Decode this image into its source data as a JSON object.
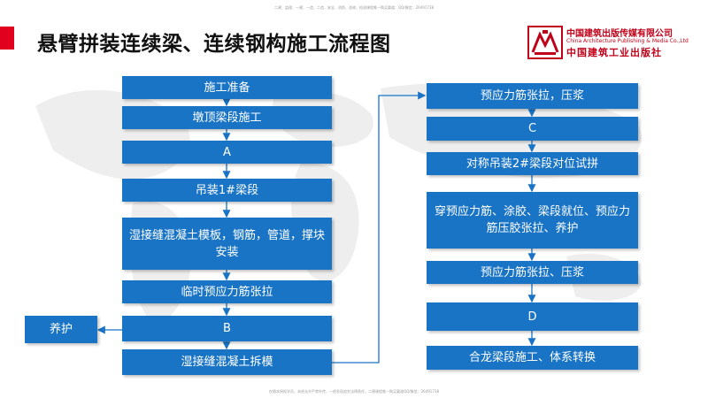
{
  "header": {
    "top_note": "二建、监理、一建、一造、二造、安全、消防、咨询、检测课程唯一购买渠道：QQ/微信：26491738",
    "title": "悬臂拼装连续梁、连续钢构施工流程图"
  },
  "publisher": {
    "name_cn": "中国建筑出版传媒有限公司",
    "name_en": "China Architecture Publishing & Media Co.,Ltd",
    "name_cn_2": "中国建筑工业出版社"
  },
  "flow_left": [
    "施工准备",
    "墩顶梁段施工",
    "A",
    "吊装1#梁段",
    "湿接缝混凝土模板，钢筋，管道，撑块安装",
    "临时预应力筋张拉",
    "B",
    "湿接缝混凝土拆模"
  ],
  "side_box": "养护",
  "flow_right": [
    "预应力筋张拉，压浆",
    "C",
    "对称吊装2#梁段对位试拼",
    "穿预应力筋、涂胶、梁段就位、预应力筋压胶张拉、养护",
    "预应力筋张拉、压浆",
    "D",
    "合龙梁段施工、体系转换"
  ],
  "footer": {
    "bottom_note": "仅限本授权学员，未经允许严禁外传，一经发现追究法律责任，二建课程唯一购买渠道QQ/微信：26491738"
  },
  "colors": {
    "box_fill": "#1a74c5",
    "title_accent": "#e1001e",
    "publisher_red": "#c00018"
  }
}
